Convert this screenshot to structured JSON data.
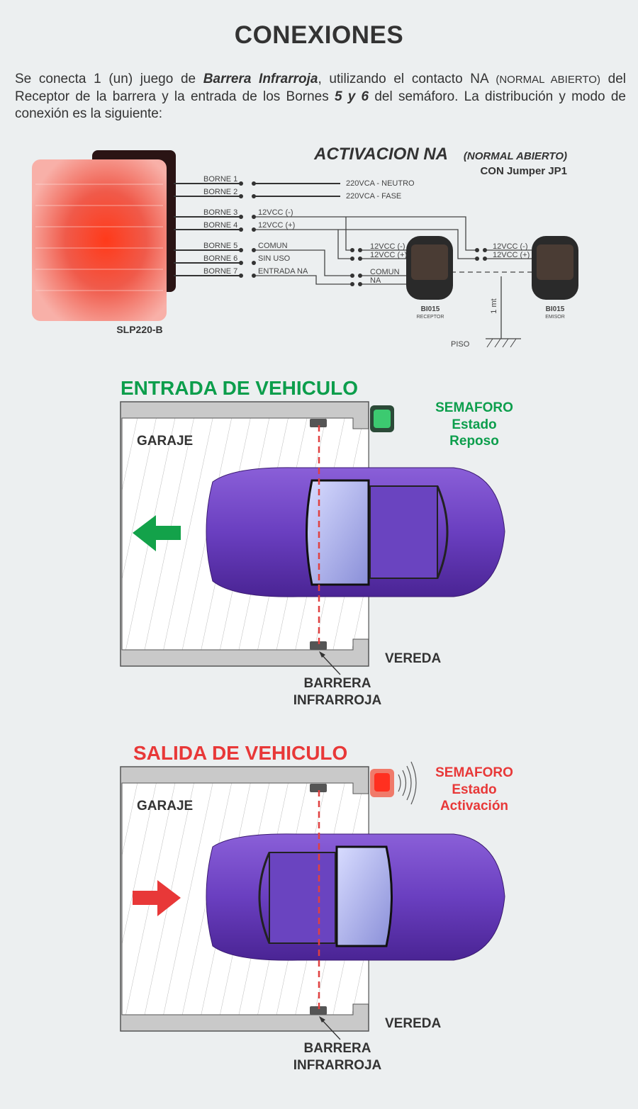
{
  "title": "CONEXIONES",
  "intro": {
    "p1": "Se conecta 1 (un) juego de ",
    "b1": "Barrera Infrarroja",
    "p2": ", utilizando el contacto NA ",
    "sm": "(NORMAL ABIERTO)",
    "p3": " del Receptor de la barrera y la entrada de los Bornes ",
    "b2": "5 y 6",
    "p4": " del semáforo. La distribución y modo de conexión es la siguiente:"
  },
  "wiring": {
    "heading": "ACTIVACION NA",
    "heading_sub": "(NORMAL ABIERTO)",
    "jumper": "CON Jumper JP1",
    "device": "SLP220-B",
    "bornes": [
      "BORNE 1",
      "BORNE 2",
      "BORNE 3",
      "BORNE 4",
      "BORNE 5",
      "BORNE 6",
      "BORNE 7"
    ],
    "signals": {
      "b1": "220VCA - NEUTRO",
      "b2": "220VCA - FASE",
      "b3": "12VCC (-)",
      "b4": "12VCC (+)",
      "b5": "COMUN",
      "b6": "SIN USO",
      "b7": "ENTRADA NA"
    },
    "receptor": {
      "neg": "12VCC (-)",
      "pos": "12VCC (+)",
      "comun": "COMUN",
      "na": "NA",
      "model": "BI015",
      "role": "RECEPTOR"
    },
    "emisor": {
      "neg": "12VCC (-)",
      "pos": "12VCC (+)",
      "model": "BI015",
      "role": "EMISOR"
    },
    "height": "1 mt",
    "floor": "PISO"
  },
  "scenes": [
    {
      "heading": "ENTRADA DE VEHICULO",
      "color": "#0c9e4c",
      "garage": "GARAJE",
      "sidewalk": "VEREDA",
      "barrier1": "BARRERA",
      "barrier2": "INFRARROJA",
      "sem1": "SEMAFORO",
      "sem2": "Estado",
      "sem3": "Reposo"
    },
    {
      "heading": "SALIDA DE VEHICULO",
      "color": "#e83838",
      "garage": "GARAJE",
      "sidewalk": "VEREDA",
      "barrier1": "BARRERA",
      "barrier2": "INFRARROJA",
      "sem1": "SEMAFORO",
      "sem2": "Estado",
      "sem3": "Activación"
    }
  ]
}
